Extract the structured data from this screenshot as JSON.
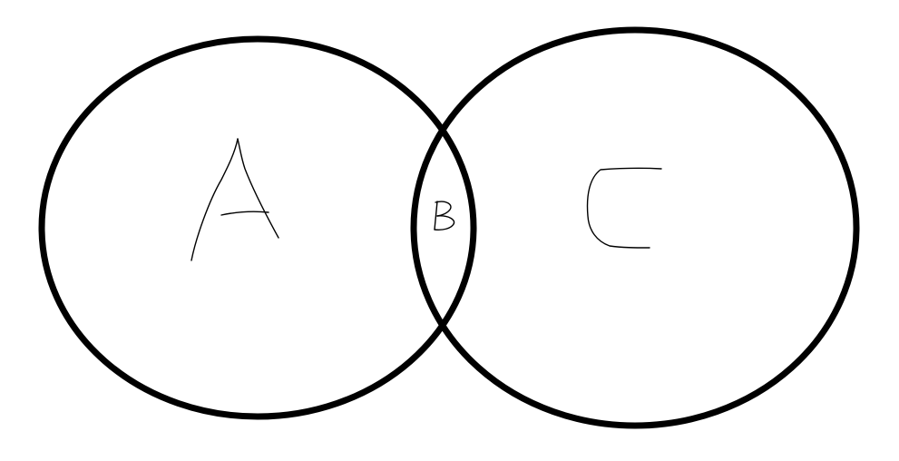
{
  "diagram": {
    "type": "venn",
    "sets": [
      {
        "id": "left",
        "region_label": "A"
      },
      {
        "id": "right",
        "region_label": "C"
      }
    ],
    "intersection": {
      "region_label": "B"
    },
    "colors": {
      "background": "#ffffff",
      "circle_stroke": "#000000",
      "handwriting": "#000000"
    }
  }
}
